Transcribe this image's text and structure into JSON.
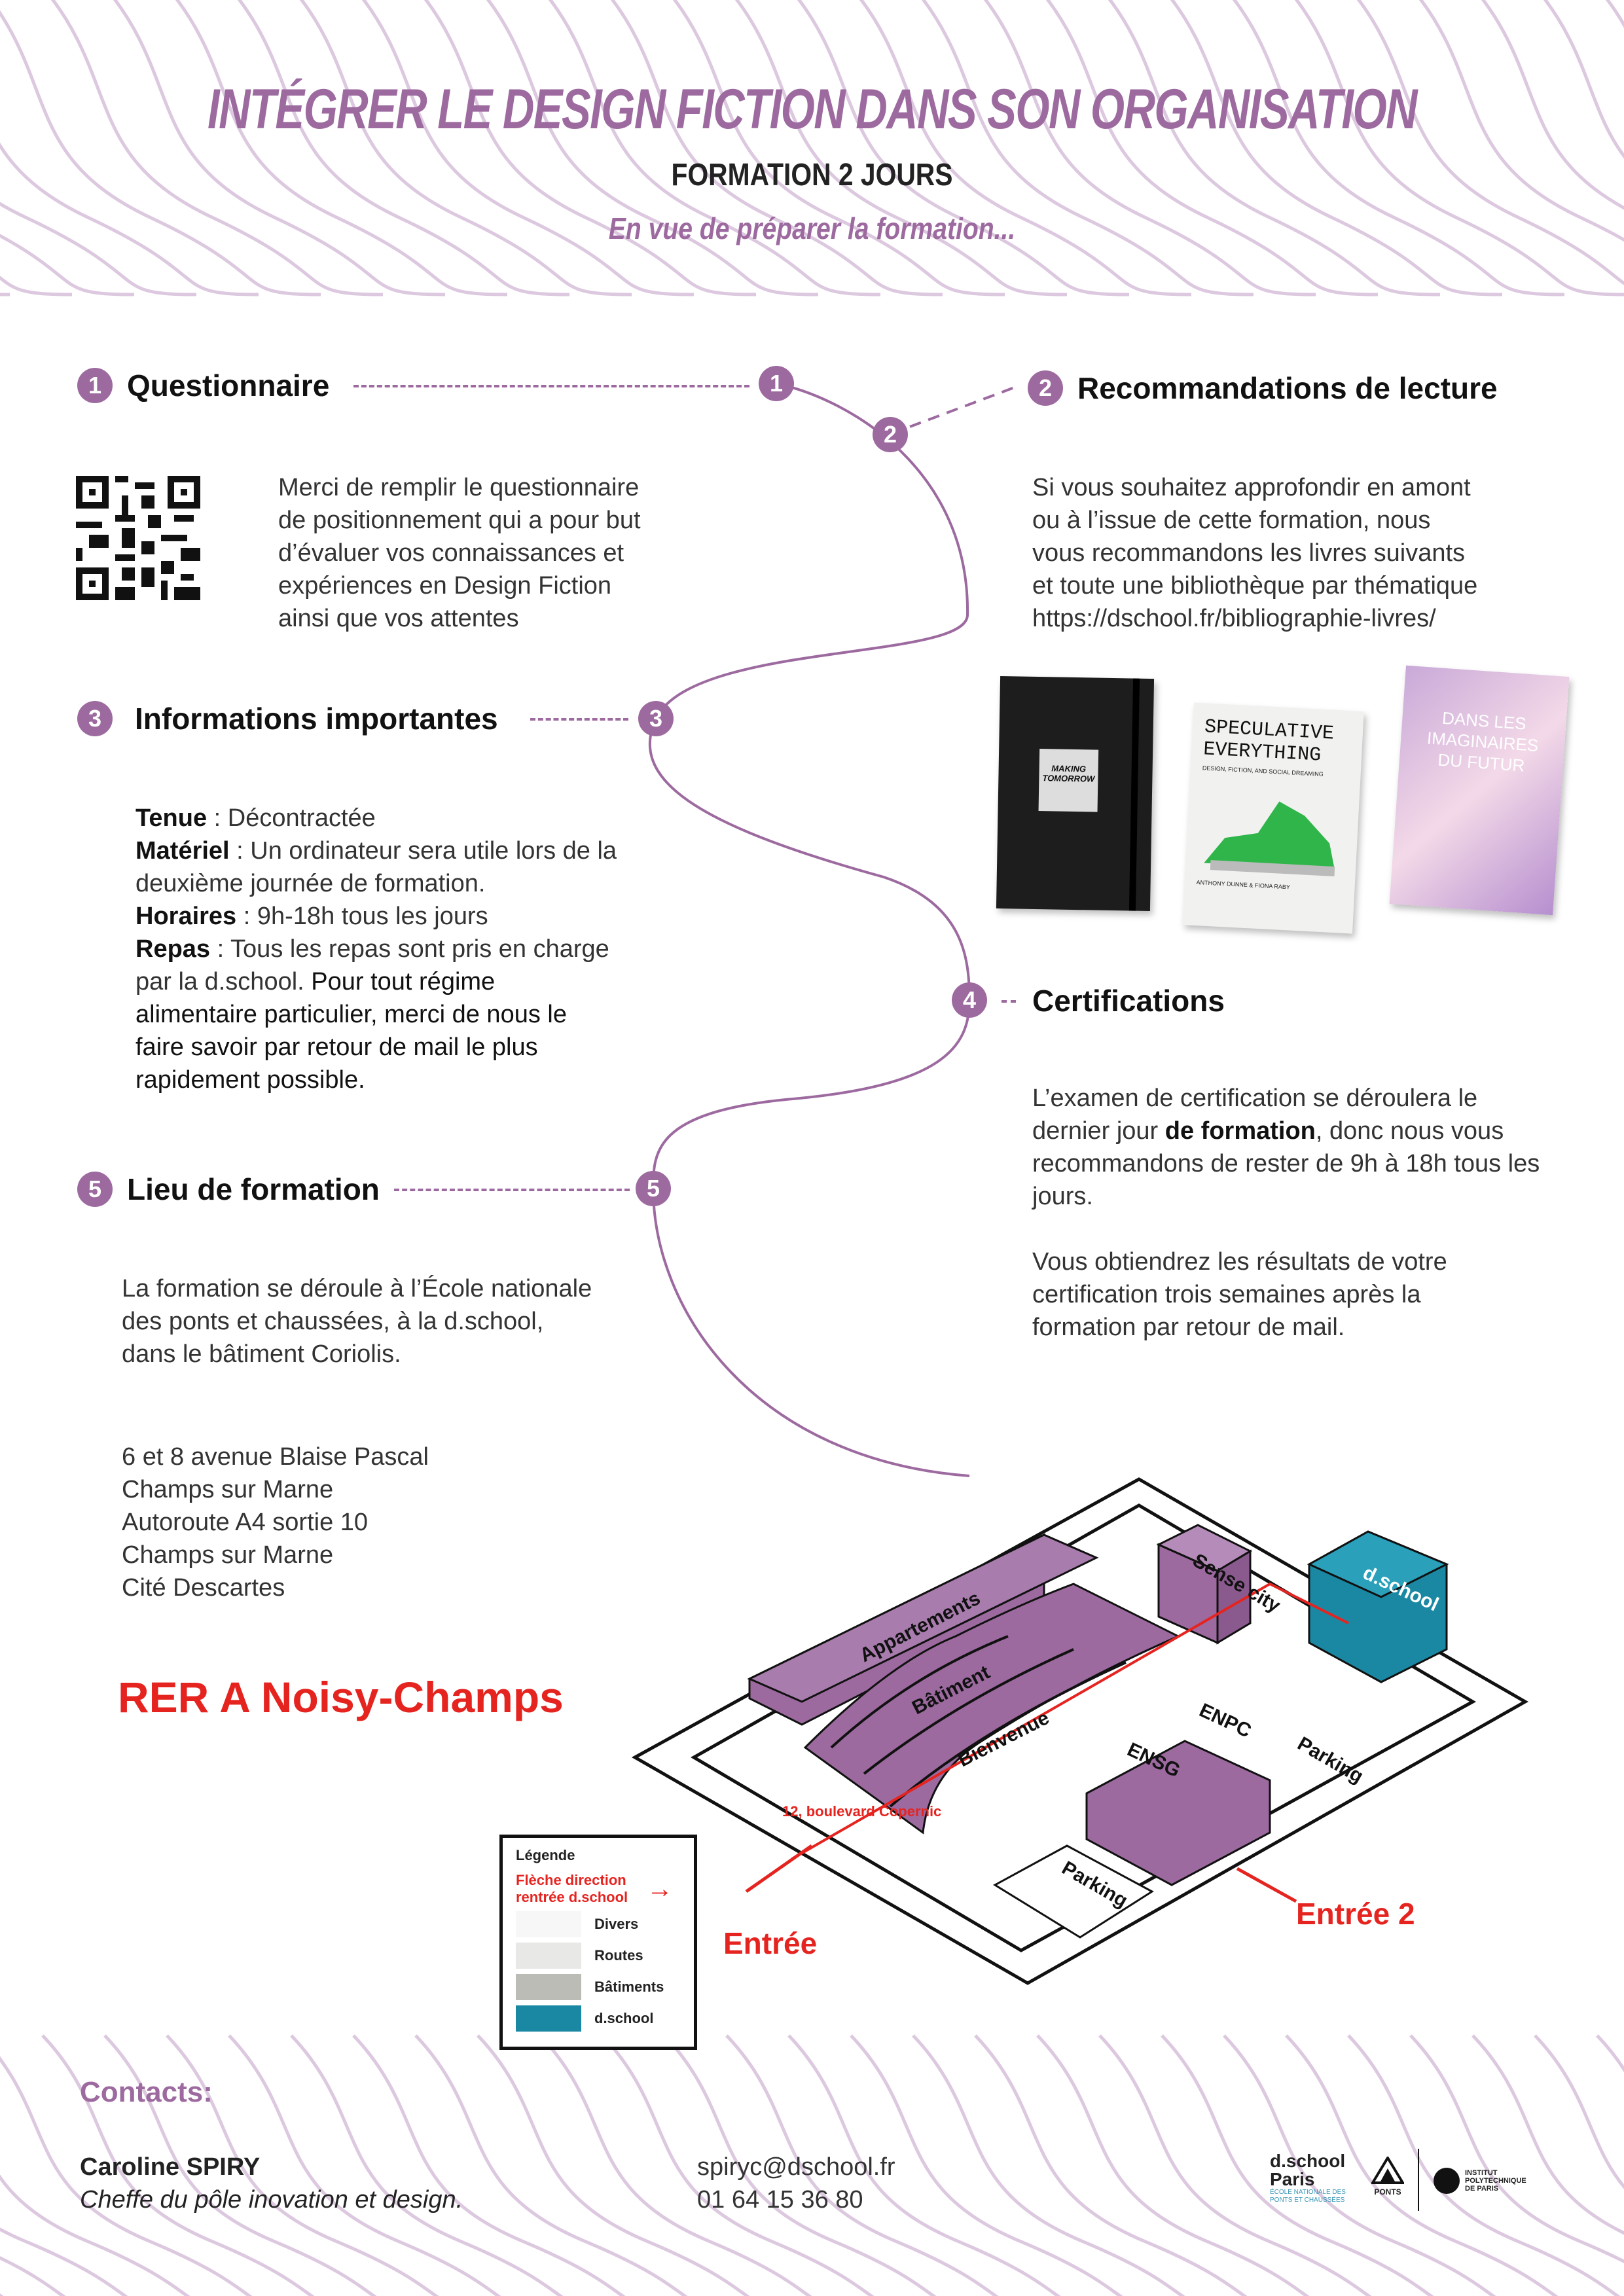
{
  "header": {
    "title": "INTÉGRER LE DESIGN FICTION DANS SON ORGANISATION",
    "subtitle": "FORMATION 2 JOURS",
    "tagline": "En vue de préparer la formation..."
  },
  "steps": [
    {
      "num": "1",
      "title": "Questionnaire",
      "lines": [
        "Merci de remplir le questionnaire",
        "de positionnement qui a pour but",
        "d’évaluer vos connaissances et",
        "expériences en Design Fiction",
        "ainsi que vos attentes"
      ]
    },
    {
      "num": "2",
      "title": "Recommandations de lecture",
      "lines": [
        "Si vous souhaitez approfondir en amont",
        "ou à l’issue de cette formation, nous",
        "vous recommandons les livres suivants",
        "et toute une bibliothèque par thématique",
        "https://dschool.fr/bibliographie-livres/"
      ]
    },
    {
      "num": "3",
      "title": "Informations importantes",
      "items": [
        {
          "label": "Tenue",
          "text": " : Décontractée"
        },
        {
          "label": "Matériel",
          "text": " : Un ordinateur sera utile lors de la deuxième journée de formation."
        },
        {
          "label": "Horaires",
          "text": " : 9h-18h tous les jours"
        },
        {
          "label": "Repas",
          "text": " : Tous les repas sont pris en charge par la d.school. ",
          "extra": "Pour tout régime alimentaire particulier, merci de nous le faire savoir par retour de mail le plus rapidement possible."
        }
      ]
    },
    {
      "num": "4",
      "title": "Certifications",
      "p1a": "L’examen de certification se déroulera le dernier jour ",
      "p1b": "de formation",
      "p1c": ", donc nous vous recommandons de rester de 9h à 18h tous les jours.",
      "p2": "Vous obtiendrez les résultats de votre certification trois semaines après la formation par retour de mail."
    },
    {
      "num": "5",
      "title": "Lieu de formation",
      "p1": "La formation se déroule à l’École nationale des ponts et chaussées, à la d.school, dans le bâtiment Coriolis.",
      "address": [
        "6 et 8 avenue Blaise Pascal",
        "Champs sur Marne",
        "Autoroute A4 sortie 10",
        "Champs sur Marne",
        "Cité Descartes"
      ],
      "rer": "RER A Noisy-Champs"
    }
  ],
  "books": [
    {
      "title": "MAKING TOMORROW"
    },
    {
      "title": "SPECULATIVE EVERYTHING",
      "subtitle": "DESIGN, FICTION, AND SOCIAL DREAMING",
      "authors": "ANTHONY DUNNE & FIONA RABY"
    },
    {
      "title": "DANS LES IMAGINAIRES DU FUTUR"
    }
  ],
  "map": {
    "labels": {
      "appartements": "Appartements",
      "batiment": "Bâtiment",
      "bienvenue": "Bienvenue",
      "sense": "Sense city",
      "dschool": "d.school",
      "enpc": "ENPC",
      "ensg": "ENSG",
      "parking1": "Parking",
      "parking2": "Parking",
      "boulevard": "12, boulevard Copernic",
      "entree": "Entrée",
      "entree2": "Entrée 2"
    },
    "legend": {
      "title": "Légende",
      "arrow": "Flèche direction rentrée d.school",
      "items": [
        {
          "label": "Divers",
          "color": "#f7f7f7"
        },
        {
          "label": "Routes",
          "color": "#e8e8e6"
        },
        {
          "label": "Bâtiments",
          "color": "#bcbcb7"
        },
        {
          "label": "d.school",
          "color": "#1b88a3"
        }
      ]
    }
  },
  "contacts": {
    "title": "Contacts:",
    "name": "Caroline SPIRY",
    "role": "Cheffe du pôle inovation et design.",
    "email": "spiryc@dschool.fr",
    "phone": "01 64 15 36 80"
  },
  "logos": {
    "dschool": "d.school Paris",
    "enpc": "ÉCOLE NATIONALE DES PONTS ET CHAUSSÉES",
    "ponts": "PONTS",
    "ipp": "INSTITUT POLYTECHNIQUE DE PARIS"
  },
  "colors": {
    "accent": "#9d6aa0",
    "red": "#e52420",
    "teal": "#1b88a3"
  }
}
